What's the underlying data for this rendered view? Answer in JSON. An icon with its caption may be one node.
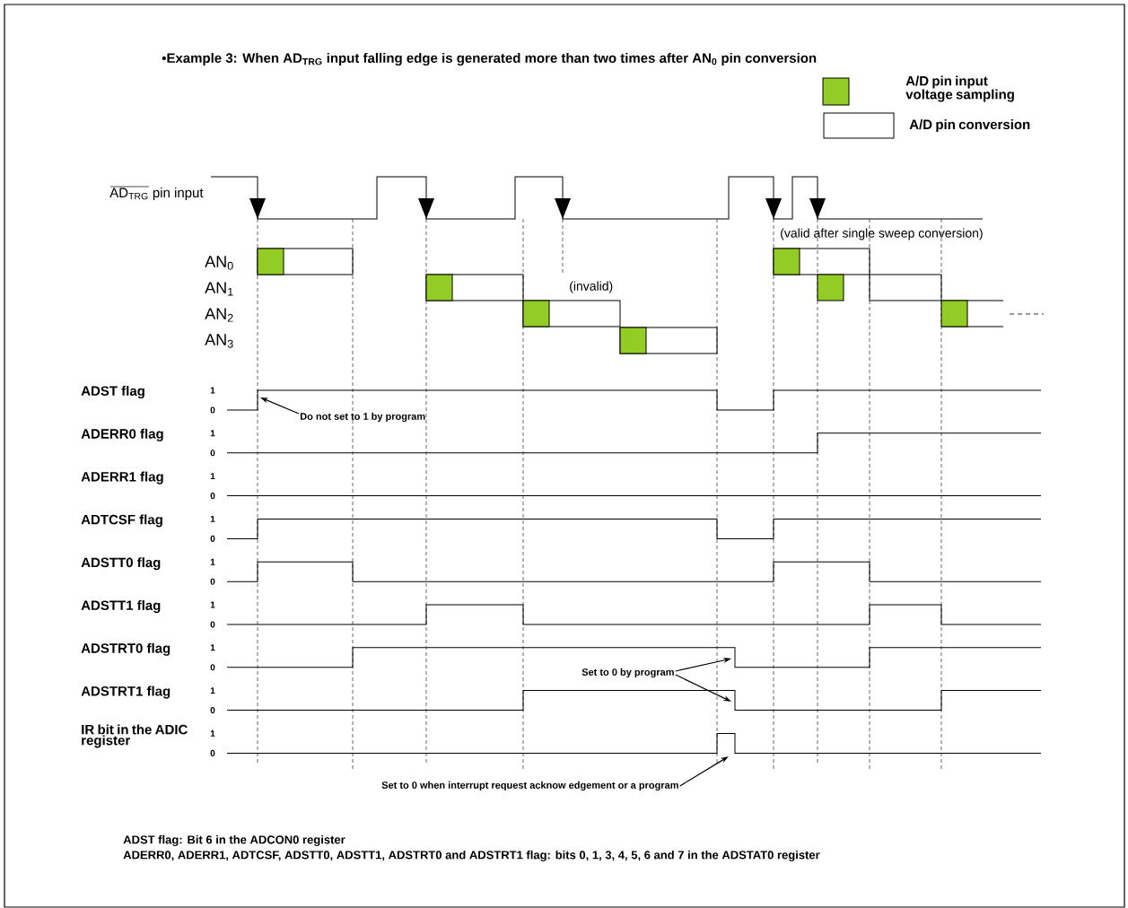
{
  "diagram": {
    "title": "•Example 3: When AD$_{TRG}$ input falling edge is generated more than two times after AN$_{0}$ pin conversion",
    "nodes": [
      {
        "text": [
          "Do not set to 1 by program"
        ]
      },
      {
        "text": [
          "Set to 0 by program"
        ]
      },
      {
        "text": [
          "Set to 0 when interrupt request acknow edgement or a program"
        ]
      }
    ],
    "edges": [
      {
        "from": 0,
        "to": null,
        "arrow": "to"
      },
      {
        "from": 1,
        "to": null,
        "arrow": "to"
      },
      {
        "from": 1,
        "to": null,
        "arrow": "to"
      },
      {
        "from": 2,
        "to": null,
        "arrow": "to"
      }
    ],
    "labels": [
      "AD$_{TRG}$ pin input",
      "(valid after single sweep conversion)",
      "AN$_{0}$",
      "AN$_{1}$",
      "(invalid)",
      "AN$_{2}$",
      "AN$_{3}$",
      "ADST flag",
      "1",
      "0",
      "ADERR0  flag",
      "1",
      "0",
      "ADERR1 flag",
      "1",
      "0",
      "ADTCSF flag",
      "1",
      "0",
      "ADSTT0 flag",
      "1",
      "0",
      "ADSTT1 flag",
      "1",
      "0",
      "ADSTRT0  flag",
      "1",
      "0",
      "ADSTRT1 flag",
      "1",
      "0",
      "IR bit in the ADIC register",
      "1",
      "0",
      "ADST flag: Bit 6 in the ADCON0 register",
      "ADERR0, ADERR1, ADTCSF, ADSTT0, ADSTT1, ADSTRT0 and ADSTRT1 flag: bits 0, 1, 3, 4, 5, 6 and 7 in the ADSTAT0 register"
    ],
    "legend": [
      {
        "text": "A/D pin input voltage sampling",
        "color": "#93cc24"
      },
      {
        "text": "A/D pin conversion"
      }
    ]
  }
}
